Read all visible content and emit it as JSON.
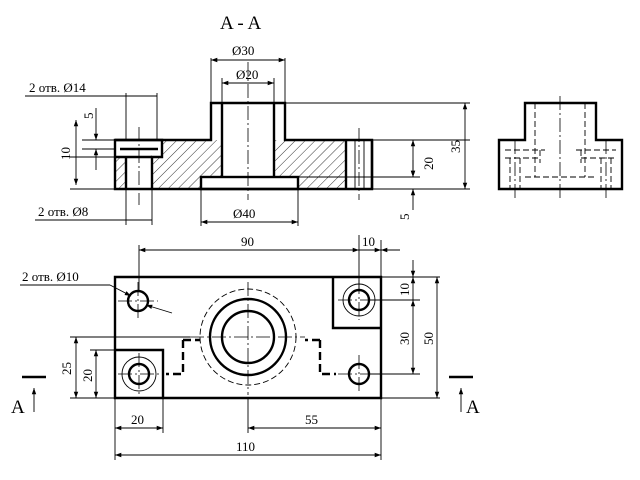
{
  "section_title": "A - A",
  "section_marker": "A",
  "labels": {
    "d30": "Ø30",
    "d20": "Ø20",
    "holes14": "2 отв. Ø14",
    "holes8": "2 отв. Ø8",
    "d40": "Ø40",
    "holes10": "2 отв. Ø10",
    "v5a": "5",
    "v10": "10",
    "v20r": "20",
    "v35": "35",
    "v5b": "5",
    "h90": "90",
    "h10": "10",
    "v10r": "10",
    "v30": "30",
    "v50": "50",
    "v25": "25",
    "v20l": "20",
    "h20": "20",
    "h55": "55",
    "h110": "110"
  },
  "colors": {
    "line": "#000000",
    "background": "#ffffff"
  }
}
